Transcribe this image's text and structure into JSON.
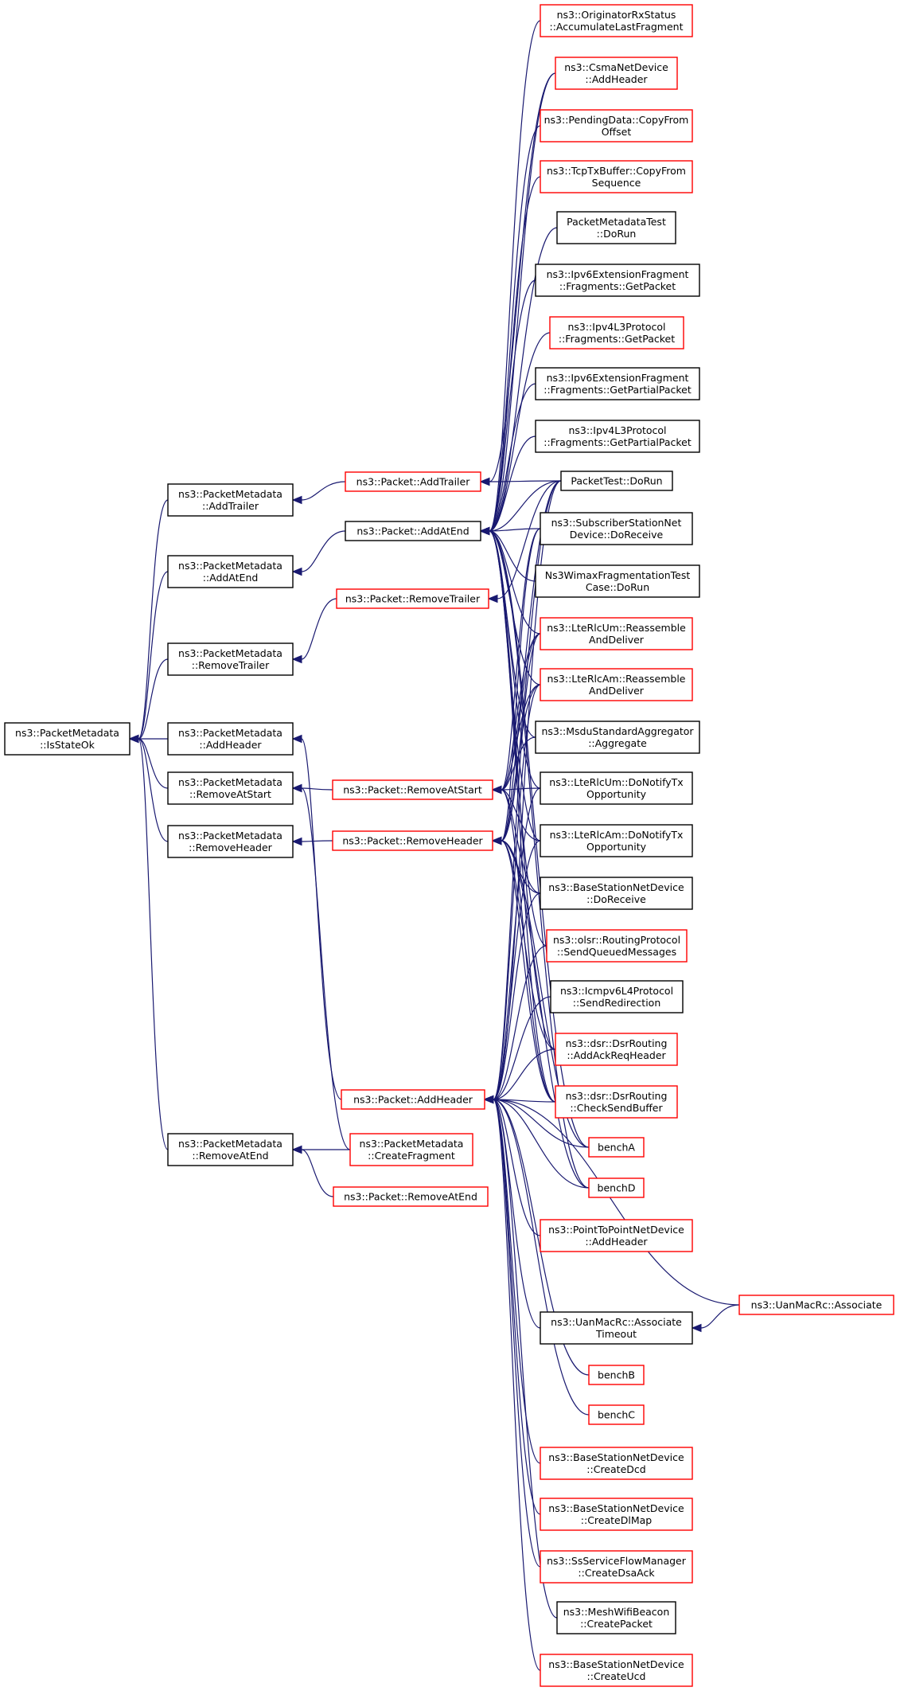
{
  "colors": {
    "edge": "#191970",
    "root_fill": "#bfbfbf",
    "normal_border": "#000000",
    "truncated_border": "#ff0000"
  },
  "nodes": [
    {
      "id": "isStateOk",
      "label": [
        "ns3::PacketMetadata",
        "::IsStateOk"
      ],
      "kind": "root"
    },
    {
      "id": "pmAddTrailer",
      "label": [
        "ns3::PacketMetadata",
        "::AddTrailer"
      ],
      "kind": "normal"
    },
    {
      "id": "pmAddAtEnd",
      "label": [
        "ns3::PacketMetadata",
        "::AddAtEnd"
      ],
      "kind": "normal"
    },
    {
      "id": "pmRemoveTrailer",
      "label": [
        "ns3::PacketMetadata",
        "::RemoveTrailer"
      ],
      "kind": "normal"
    },
    {
      "id": "pmAddHeader",
      "label": [
        "ns3::PacketMetadata",
        "::AddHeader"
      ],
      "kind": "normal"
    },
    {
      "id": "pmRemoveAtStart",
      "label": [
        "ns3::PacketMetadata",
        "::RemoveAtStart"
      ],
      "kind": "normal"
    },
    {
      "id": "pmRemoveHeader",
      "label": [
        "ns3::PacketMetadata",
        "::RemoveHeader"
      ],
      "kind": "normal"
    },
    {
      "id": "pmRemoveAtEnd",
      "label": [
        "ns3::PacketMetadata",
        "::RemoveAtEnd"
      ],
      "kind": "normal"
    },
    {
      "id": "pAddTrailer",
      "label": [
        "ns3::Packet::AddTrailer"
      ],
      "kind": "truncated"
    },
    {
      "id": "pAddAtEnd",
      "label": [
        "ns3::Packet::AddAtEnd"
      ],
      "kind": "normal"
    },
    {
      "id": "pRemoveTrailer",
      "label": [
        "ns3::Packet::RemoveTrailer"
      ],
      "kind": "truncated"
    },
    {
      "id": "pRemoveAtStart",
      "label": [
        "ns3::Packet::RemoveAtStart"
      ],
      "kind": "truncated"
    },
    {
      "id": "pRemoveHeader",
      "label": [
        "ns3::Packet::RemoveHeader"
      ],
      "kind": "truncated"
    },
    {
      "id": "pAddHeader",
      "label": [
        "ns3::Packet::AddHeader"
      ],
      "kind": "truncated"
    },
    {
      "id": "pmCreateFragment",
      "label": [
        "ns3::PacketMetadata",
        "::CreateFragment"
      ],
      "kind": "truncated"
    },
    {
      "id": "pRemoveAtEnd",
      "label": [
        "ns3::Packet::RemoveAtEnd"
      ],
      "kind": "truncated"
    },
    {
      "id": "c01",
      "label": [
        "ns3::OriginatorRxStatus",
        "::AccumulateLastFragment"
      ],
      "kind": "truncated"
    },
    {
      "id": "c02",
      "label": [
        "ns3::CsmaNetDevice",
        "::AddHeader"
      ],
      "kind": "truncated"
    },
    {
      "id": "c03",
      "label": [
        "ns3::PendingData::CopyFrom",
        "Offset"
      ],
      "kind": "truncated"
    },
    {
      "id": "c04",
      "label": [
        "ns3::TcpTxBuffer::CopyFrom",
        "Sequence"
      ],
      "kind": "truncated"
    },
    {
      "id": "c05",
      "label": [
        "PacketMetadataTest",
        "::DoRun"
      ],
      "kind": "normal"
    },
    {
      "id": "c06",
      "label": [
        "ns3::Ipv6ExtensionFragment",
        "::Fragments::GetPacket"
      ],
      "kind": "normal"
    },
    {
      "id": "c07",
      "label": [
        "ns3::Ipv4L3Protocol",
        "::Fragments::GetPacket"
      ],
      "kind": "truncated"
    },
    {
      "id": "c08",
      "label": [
        "ns3::Ipv6ExtensionFragment",
        "::Fragments::GetPartialPacket"
      ],
      "kind": "normal"
    },
    {
      "id": "c09",
      "label": [
        "ns3::Ipv4L3Protocol",
        "::Fragments::GetPartialPacket"
      ],
      "kind": "normal"
    },
    {
      "id": "c10",
      "label": [
        "PacketTest::DoRun"
      ],
      "kind": "normal"
    },
    {
      "id": "c11",
      "label": [
        "ns3::SubscriberStationNet",
        "Device::DoReceive"
      ],
      "kind": "normal"
    },
    {
      "id": "c12",
      "label": [
        "Ns3WimaxFragmentationTest",
        "Case::DoRun"
      ],
      "kind": "normal"
    },
    {
      "id": "c13",
      "label": [
        "ns3::LteRlcUm::Reassemble",
        "AndDeliver"
      ],
      "kind": "truncated"
    },
    {
      "id": "c14",
      "label": [
        "ns3::LteRlcAm::Reassemble",
        "AndDeliver"
      ],
      "kind": "truncated"
    },
    {
      "id": "c15",
      "label": [
        "ns3::MsduStandardAggregator",
        "::Aggregate"
      ],
      "kind": "normal"
    },
    {
      "id": "c16",
      "label": [
        "ns3::LteRlcUm::DoNotifyTx",
        "Opportunity"
      ],
      "kind": "normal"
    },
    {
      "id": "c17",
      "label": [
        "ns3::LteRlcAm::DoNotifyTx",
        "Opportunity"
      ],
      "kind": "normal"
    },
    {
      "id": "c18",
      "label": [
        "ns3::BaseStationNetDevice",
        "::DoReceive"
      ],
      "kind": "normal"
    },
    {
      "id": "c19",
      "label": [
        "ns3::olsr::RoutingProtocol",
        "::SendQueuedMessages"
      ],
      "kind": "truncated"
    },
    {
      "id": "c20",
      "label": [
        "ns3::Icmpv6L4Protocol",
        "::SendRedirection"
      ],
      "kind": "normal"
    },
    {
      "id": "c21",
      "label": [
        "ns3::dsr::DsrRouting",
        "::AddAckReqHeader"
      ],
      "kind": "truncated"
    },
    {
      "id": "c22",
      "label": [
        "ns3::dsr::DsrRouting",
        "::CheckSendBuffer"
      ],
      "kind": "truncated"
    },
    {
      "id": "c23",
      "label": [
        "benchA"
      ],
      "kind": "truncated"
    },
    {
      "id": "c24",
      "label": [
        "benchD"
      ],
      "kind": "truncated"
    },
    {
      "id": "c25",
      "label": [
        "ns3::PointToPointNetDevice",
        "::AddHeader"
      ],
      "kind": "truncated"
    },
    {
      "id": "c26",
      "label": [
        "ns3::UanMacRc::Associate",
        "Timeout"
      ],
      "kind": "normal"
    },
    {
      "id": "c27",
      "label": [
        "benchB"
      ],
      "kind": "truncated"
    },
    {
      "id": "c28",
      "label": [
        "benchC"
      ],
      "kind": "truncated"
    },
    {
      "id": "c29",
      "label": [
        "ns3::BaseStationNetDevice",
        "::CreateDcd"
      ],
      "kind": "truncated"
    },
    {
      "id": "c30",
      "label": [
        "ns3::BaseStationNetDevice",
        "::CreateDlMap"
      ],
      "kind": "truncated"
    },
    {
      "id": "c31",
      "label": [
        "ns3::SsServiceFlowManager",
        "::CreateDsaAck"
      ],
      "kind": "truncated"
    },
    {
      "id": "c32",
      "label": [
        "ns3::MeshWifiBeacon",
        "::CreatePacket"
      ],
      "kind": "normal"
    },
    {
      "id": "c33",
      "label": [
        "ns3::BaseStationNetDevice",
        "::CreateUcd"
      ],
      "kind": "truncated"
    },
    {
      "id": "uanAssociate",
      "label": [
        "ns3::UanMacRc::Associate"
      ],
      "kind": "truncated"
    }
  ],
  "edges": [
    [
      "pmAddTrailer",
      "isStateOk"
    ],
    [
      "pmAddAtEnd",
      "isStateOk"
    ],
    [
      "pmRemoveTrailer",
      "isStateOk"
    ],
    [
      "pmAddHeader",
      "isStateOk"
    ],
    [
      "pmRemoveAtStart",
      "isStateOk"
    ],
    [
      "pmRemoveHeader",
      "isStateOk"
    ],
    [
      "pmRemoveAtEnd",
      "isStateOk"
    ],
    [
      "pAddTrailer",
      "pmAddTrailer"
    ],
    [
      "pAddAtEnd",
      "pmAddAtEnd"
    ],
    [
      "pRemoveTrailer",
      "pmRemoveTrailer"
    ],
    [
      "pAddHeader",
      "pmAddHeader"
    ],
    [
      "pRemoveAtStart",
      "pmRemoveAtStart"
    ],
    [
      "pmCreateFragment",
      "pmRemoveAtStart"
    ],
    [
      "pRemoveHeader",
      "pmRemoveHeader"
    ],
    [
      "pmCreateFragment",
      "pmRemoveAtEnd"
    ],
    [
      "pRemoveAtEnd",
      "pmRemoveAtEnd"
    ],
    [
      "c02",
      "pAddTrailer"
    ],
    [
      "c10",
      "pAddTrailer"
    ],
    [
      "c01",
      "pAddAtEnd"
    ],
    [
      "c02",
      "pAddAtEnd"
    ],
    [
      "c03",
      "pAddAtEnd"
    ],
    [
      "c04",
      "pAddAtEnd"
    ],
    [
      "c05",
      "pAddAtEnd"
    ],
    [
      "c06",
      "pAddAtEnd"
    ],
    [
      "c07",
      "pAddAtEnd"
    ],
    [
      "c08",
      "pAddAtEnd"
    ],
    [
      "c09",
      "pAddAtEnd"
    ],
    [
      "c10",
      "pAddAtEnd"
    ],
    [
      "c11",
      "pAddAtEnd"
    ],
    [
      "c12",
      "pAddAtEnd"
    ],
    [
      "c13",
      "pAddAtEnd"
    ],
    [
      "c14",
      "pAddAtEnd"
    ],
    [
      "c15",
      "pAddAtEnd"
    ],
    [
      "c16",
      "pAddAtEnd"
    ],
    [
      "c17",
      "pAddAtEnd"
    ],
    [
      "c19",
      "pAddAtEnd"
    ],
    [
      "c21",
      "pAddAtEnd"
    ],
    [
      "c22",
      "pAddAtEnd"
    ],
    [
      "c23",
      "pAddAtEnd"
    ],
    [
      "c24",
      "pAddAtEnd"
    ],
    [
      "c10",
      "pRemoveTrailer"
    ],
    [
      "c10",
      "pRemoveAtStart"
    ],
    [
      "c11",
      "pRemoveAtStart"
    ],
    [
      "c13",
      "pRemoveAtStart"
    ],
    [
      "c14",
      "pRemoveAtStart"
    ],
    [
      "c15",
      "pRemoveAtStart"
    ],
    [
      "c16",
      "pRemoveAtStart"
    ],
    [
      "c17",
      "pRemoveAtStart"
    ],
    [
      "c18",
      "pRemoveAtStart"
    ],
    [
      "c22",
      "pRemoveAtStart"
    ],
    [
      "c10",
      "pRemoveHeader"
    ],
    [
      "c11",
      "pRemoveHeader"
    ],
    [
      "c13",
      "pRemoveHeader"
    ],
    [
      "c14",
      "pRemoveHeader"
    ],
    [
      "c18",
      "pRemoveHeader"
    ],
    [
      "c21",
      "pRemoveHeader"
    ],
    [
      "c22",
      "pRemoveHeader"
    ],
    [
      "c23",
      "pRemoveHeader"
    ],
    [
      "c24",
      "pRemoveHeader"
    ],
    [
      "c10",
      "pAddHeader"
    ],
    [
      "c13",
      "pAddHeader"
    ],
    [
      "c14",
      "pAddHeader"
    ],
    [
      "c16",
      "pAddHeader"
    ],
    [
      "c17",
      "pAddHeader"
    ],
    [
      "c18",
      "pAddHeader"
    ],
    [
      "c19",
      "pAddHeader"
    ],
    [
      "c20",
      "pAddHeader"
    ],
    [
      "c21",
      "pAddHeader"
    ],
    [
      "c22",
      "pAddHeader"
    ],
    [
      "c23",
      "pAddHeader"
    ],
    [
      "c24",
      "pAddHeader"
    ],
    [
      "c25",
      "pAddHeader"
    ],
    [
      "c26",
      "pAddHeader"
    ],
    [
      "uanAssociate",
      "pAddHeader"
    ],
    [
      "c27",
      "pAddHeader"
    ],
    [
      "c28",
      "pAddHeader"
    ],
    [
      "c29",
      "pAddHeader"
    ],
    [
      "c30",
      "pAddHeader"
    ],
    [
      "c31",
      "pAddHeader"
    ],
    [
      "c32",
      "pAddHeader"
    ],
    [
      "c33",
      "pAddHeader"
    ],
    [
      "uanAssociate",
      "c26"
    ]
  ]
}
